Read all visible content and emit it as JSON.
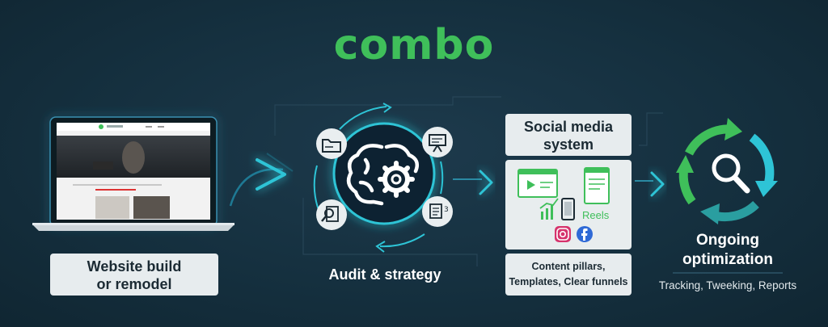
{
  "title": "combo",
  "steps": {
    "website": {
      "label_line1": "Website build",
      "label_line2": "or remodel",
      "icon": "laptop-icon"
    },
    "audit": {
      "label": "Audit & strategy",
      "icon": "brain-gear-icon"
    },
    "social": {
      "title_line1": "Social media",
      "title_line2": "system",
      "reels_label": "Reels",
      "sub_line1": "Content pillars,",
      "sub_line2": "Templates, Clear funnels"
    },
    "optimization": {
      "title_line1": "Ongoing",
      "title_line2": "optimization",
      "subtitle": "Tracking, Tweeking, Reports",
      "icon": "magnifier-icon"
    }
  },
  "colors": {
    "accent_green": "#3fbf5a",
    "accent_cyan": "#2ec4d6",
    "background": "#15303f",
    "label_bg": "#e7ecee"
  }
}
